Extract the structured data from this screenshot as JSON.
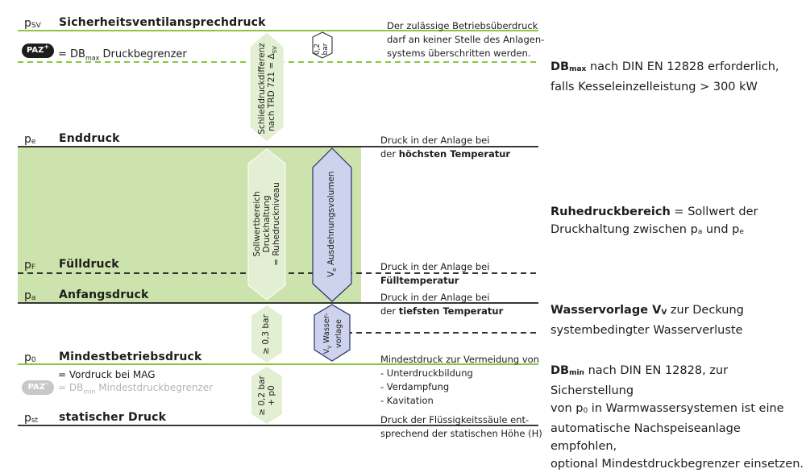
{
  "levels": {
    "psv": {
      "sym": "p",
      "sub": "SV",
      "label": "Sicherheitsventilansprechdruck"
    },
    "pe": {
      "sym": "p",
      "sub": "e",
      "label": "Enddruck"
    },
    "pf": {
      "sym": "p",
      "sub": "F",
      "label": "Fülldruck"
    },
    "pa": {
      "sym": "p",
      "sub": "a",
      "label": "Anfangsdruck"
    },
    "p0": {
      "sym": "p",
      "sub": "0",
      "label": "Mindestbetriebsdruck"
    },
    "pst": {
      "sym": "p",
      "sub": "st",
      "label": "statischer Druck"
    }
  },
  "paz_max": {
    "badge": "PAZ",
    "sup": "+",
    "text_pre": "= DB",
    "text_sub": "max",
    "text_post": " Druckbegrenzer"
  },
  "paz_min": {
    "badge": "PAZ",
    "sup": "-",
    "text_pre": "= DB",
    "text_sub": "min",
    "text_post": " Mindestdruckbegrenzer"
  },
  "vordruck": "= Vordruck bei MAG",
  "arrows": {
    "schliess": [
      "Schließdruckdifferenz",
      "nach TRD 721 = Δ",
      "SV"
    ],
    "sollwert": [
      "Sollwertbereich",
      "Druckhaltung",
      "= Ruhedruckniveau"
    ],
    "ausdehnung": [
      "V",
      "e",
      " Ausdehnungsvolumen"
    ],
    "wasservorlage": [
      "V",
      "V",
      " Wasser-",
      "vorlage"
    ],
    "d03": "≥ 0,3 bar",
    "d02": [
      "≥ 0,2 bar",
      "+ p0"
    ],
    "hex": [
      "0,2",
      "bar"
    ]
  },
  "desc": {
    "psv": [
      "Der zulässige Betriebsüberdruck",
      "darf an keiner Stelle des Anlagen-",
      "systems überschritten werden."
    ],
    "pe": [
      "Druck in der Anlage bei",
      "der ",
      "höchsten Temperatur"
    ],
    "pf": [
      "Druck in der Anlage bei",
      "Fülltemperatur"
    ],
    "pa": [
      "Druck in der Anlage bei",
      "der ",
      "tiefsten Temperatur"
    ],
    "p0": [
      "Mindestdruck zur Vermeidung von",
      "- Unterdruckbildung",
      "- Verdampfung",
      "- Kavitation"
    ],
    "pst": [
      "Druck der Flüssigkeitssäule ent-",
      "sprechend der statischen Höhe (H)"
    ]
  },
  "notes": {
    "dbmax": {
      "b": "DB",
      "bsub": "max",
      "rest1": " nach DIN EN 12828 erforderlich,",
      "line2": "falls Kesseleinzelleistung > 300 kW"
    },
    "ruhe": {
      "b": "Ruhedruckbereich",
      "rest1": " = Sollwert der",
      "line2a": "Druckhaltung zwischen p",
      "sub_a": "a",
      "mid": " und p",
      "sub_e": "e"
    },
    "wasser": {
      "b": "Wasservorlage V",
      "bsub": "V",
      "rest1": " zur Deckung",
      "line2": "systembedingter Wasserverluste"
    },
    "dbmin": {
      "b": "DB",
      "bsub": "min",
      "rest1": " nach DIN EN 12828, zur Sicherstellung",
      "line2a": "von p",
      "sub0": "0",
      "line2b": " in Warmwassersystemen ist eine",
      "line3": "automatische Nachspeiseanlage empfohlen,",
      "line4": "optional Mindestdruckbegrenzer einsetzen."
    }
  },
  "colors": {
    "green": "#8cc63f",
    "green_fill": "#cde3ad",
    "arrow_fill": "#e3efd3",
    "blue_fill": "#cdd3ec",
    "blue_stroke": "#2c2f6e",
    "line": "#1d1d1b",
    "gray": "#b5b5b5"
  }
}
